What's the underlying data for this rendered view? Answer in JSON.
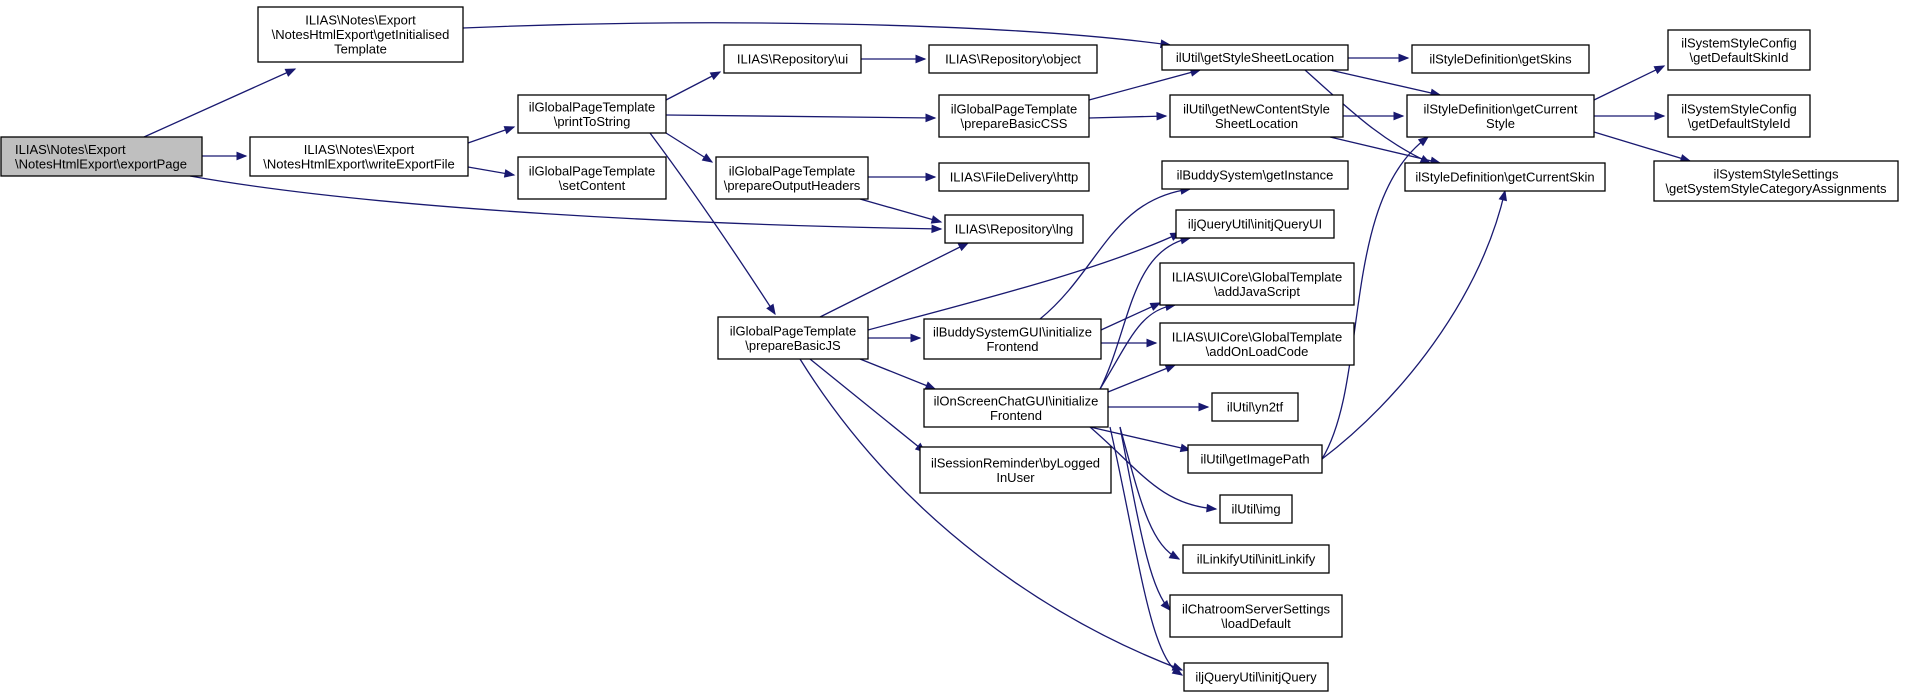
{
  "diagram_type": "call graph",
  "colors": {
    "edge": "#191970",
    "root_fill": "#bfbfbf",
    "node_fill": "#ffffff",
    "node_stroke": "#000000"
  },
  "nodes": {
    "exportPage": [
      "ILIAS\\Notes\\Export",
      "\\NotesHtmlExport\\exportPage"
    ],
    "getInitialisedTemplate": [
      "ILIAS\\Notes\\Export",
      "\\NotesHtmlExport\\getInitialised",
      "Template"
    ],
    "writeExportFile": [
      "ILIAS\\Notes\\Export",
      "\\NotesHtmlExport\\writeExportFile"
    ],
    "printToString": [
      "ilGlobalPageTemplate",
      "\\printToString"
    ],
    "setContent": [
      "ilGlobalPageTemplate",
      "\\setContent"
    ],
    "repoUi": [
      "ILIAS\\Repository\\ui"
    ],
    "repoObject": [
      "ILIAS\\Repository\\object"
    ],
    "prepareBasicCSS": [
      "ilGlobalPageTemplate",
      "\\prepareBasicCSS"
    ],
    "prepareOutputHeaders": [
      "ilGlobalPageTemplate",
      "\\prepareOutputHeaders"
    ],
    "fileDeliveryHttp": [
      "ILIAS\\FileDelivery\\http"
    ],
    "repoLng": [
      "ILIAS\\Repository\\lng"
    ],
    "prepareBasicJS": [
      "ilGlobalPageTemplate",
      "\\prepareBasicJS"
    ],
    "getStyleSheetLocation": [
      "ilUtil\\getStyleSheetLocation"
    ],
    "getNewContentStyleSheetLocation": [
      "ilUtil\\getNewContentStyle",
      "SheetLocation"
    ],
    "getSkins": [
      "ilStyleDefinition\\getSkins"
    ],
    "getCurrentStyle": [
      "ilStyleDefinition\\getCurrent",
      "Style"
    ],
    "getCurrentSkin": [
      "ilStyleDefinition\\getCurrentSkin"
    ],
    "getDefaultSkinId": [
      "ilSystemStyleConfig",
      "\\getDefaultSkinId"
    ],
    "getDefaultStyleId": [
      "ilSystemStyleConfig",
      "\\getDefaultStyleId"
    ],
    "getSystemStyleCategoryAssignments": [
      "ilSystemStyleSettings",
      "\\getSystemStyleCategoryAssignments"
    ],
    "buddyGetInstance": [
      "ilBuddySystem\\getInstance"
    ],
    "initjQueryUI": [
      "iljQueryUtil\\initjQueryUI"
    ],
    "addJavaScript": [
      "ILIAS\\UICore\\GlobalTemplate",
      "\\addJavaScript"
    ],
    "addOnLoadCode": [
      "ILIAS\\UICore\\GlobalTemplate",
      "\\addOnLoadCode"
    ],
    "buddyInitFrontend": [
      "ilBuddySystemGUI\\initialize",
      "Frontend"
    ],
    "chatInitFrontend": [
      "ilOnScreenChatGUI\\initialize",
      "Frontend"
    ],
    "yn2tf": [
      "ilUtil\\yn2tf"
    ],
    "getImagePath": [
      "ilUtil\\getImagePath"
    ],
    "sessionReminder": [
      "ilSessionReminder\\byLogged",
      "InUser"
    ],
    "img": [
      "ilUtil\\img"
    ],
    "initLinkify": [
      "ilLinkifyUtil\\initLinkify"
    ],
    "chatroomLoadDefault": [
      "ilChatroomServerSettings",
      "\\loadDefault"
    ],
    "initjQuery": [
      "iljQueryUtil\\initjQuery"
    ]
  }
}
